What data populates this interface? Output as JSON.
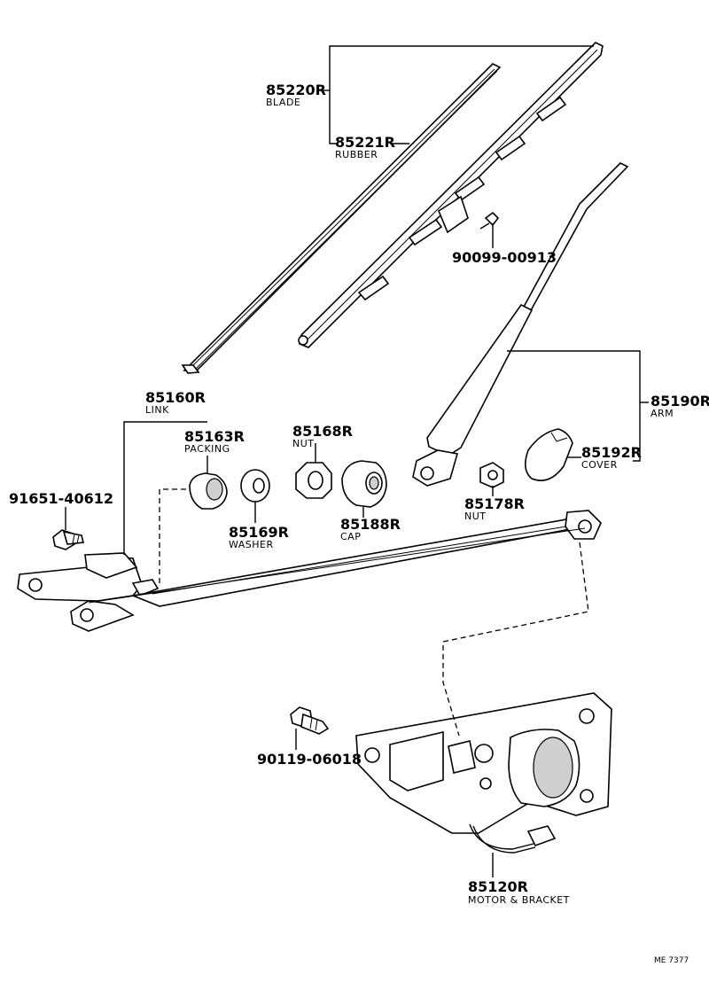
{
  "callouts": [
    {
      "part": "85220R",
      "desc": "BLADE"
    },
    {
      "part": "85221R",
      "desc": "RUBBER"
    },
    {
      "part": "90099-00913",
      "desc": ""
    },
    {
      "part": "85190R",
      "desc": "ARM"
    },
    {
      "part": "85160R",
      "desc": "LINK"
    },
    {
      "part": "85163R",
      "desc": "PACKING"
    },
    {
      "part": "85168R",
      "desc": "NUT"
    },
    {
      "part": "85192R",
      "desc": "COVER"
    },
    {
      "part": "91651-40612",
      "desc": ""
    },
    {
      "part": "85169R",
      "desc": "WASHER"
    },
    {
      "part": "85188R",
      "desc": "CAP"
    },
    {
      "part": "85178R",
      "desc": "NUT"
    },
    {
      "part": "90119-06018",
      "desc": ""
    },
    {
      "part": "85120R",
      "desc": "MOTOR & BRACKET"
    }
  ],
  "figure_code": "ME 7377"
}
